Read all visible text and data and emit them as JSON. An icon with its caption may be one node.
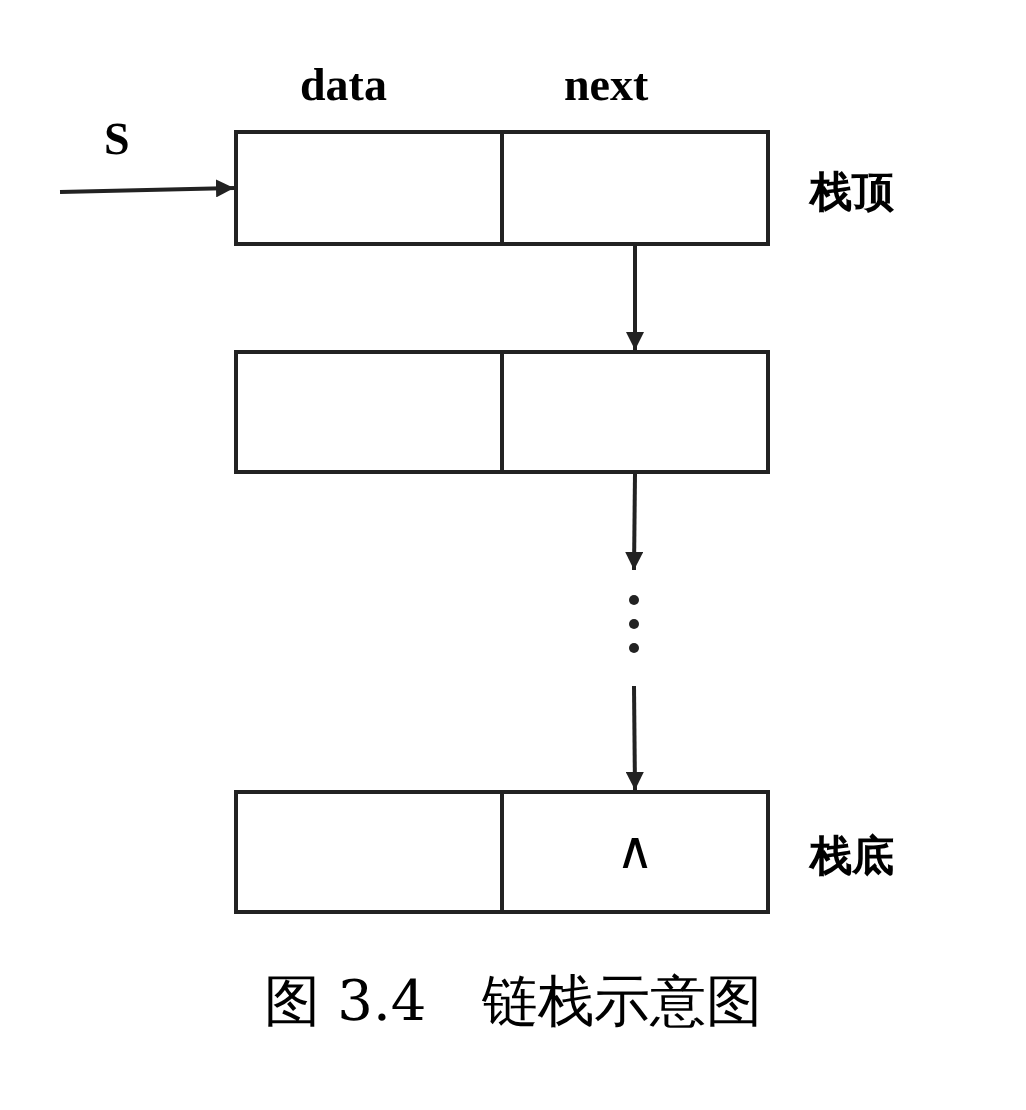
{
  "diagram": {
    "caption": "图 3.4　链栈示意图",
    "nodes": [
      {
        "text": [],
        "shape": "box"
      },
      {
        "text": [],
        "shape": "box",
        "beside": [
          "栈顶"
        ]
      },
      {
        "text": [],
        "shape": "box"
      },
      {
        "text": [],
        "shape": "box"
      },
      {
        "text": [],
        "shape": "box"
      },
      {
        "text": [
          "∧"
        ],
        "beside": [
          "栈底"
        ]
      }
    ],
    "edges": [
      {
        "from": null,
        "to": 0,
        "arrow": "to",
        "label": "S"
      },
      {
        "from": 1,
        "to": 3,
        "arrow": "to"
      },
      {
        "from": 3,
        "to": null,
        "arrow": "to"
      },
      {
        "from": null,
        "to": 5,
        "arrow": "to"
      }
    ],
    "labels": [
      "data",
      "next"
    ]
  }
}
